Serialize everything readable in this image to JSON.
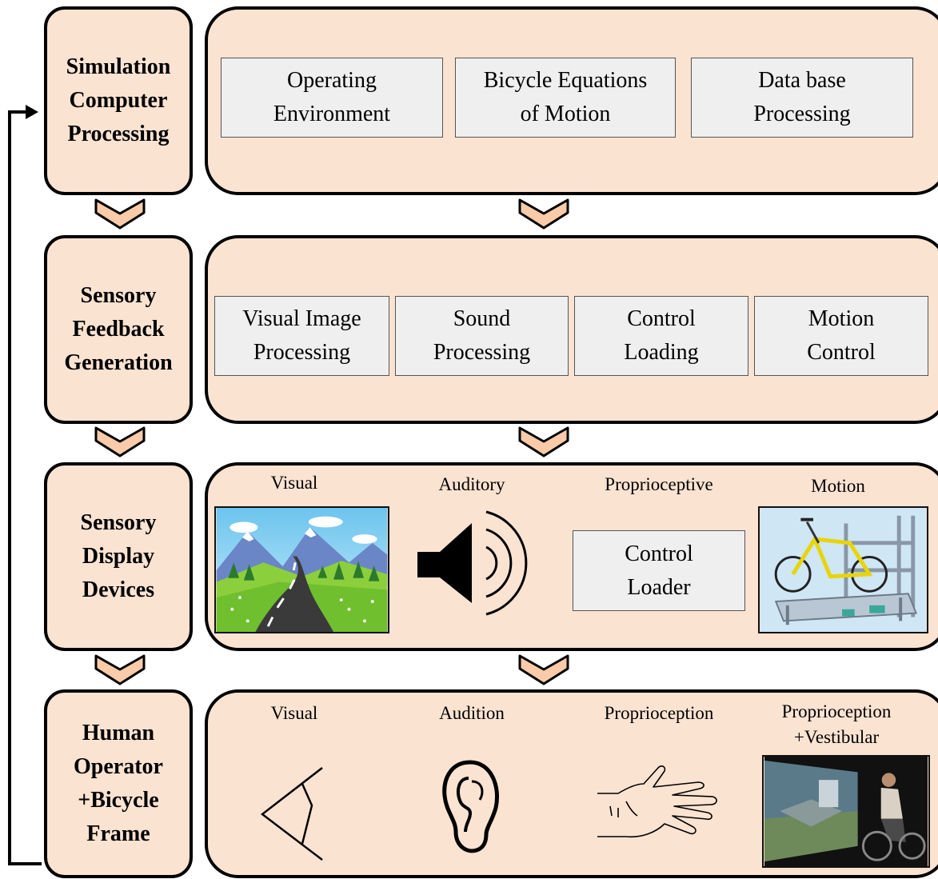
{
  "stages": [
    {
      "title": "Simulation\nComputer\nProcessing"
    },
    {
      "title": "Sensory\nFeedback\nGeneration"
    },
    {
      "title": "Sensory\nDisplay\nDevices"
    },
    {
      "title": "Human\nOperator\n+Bicycle\nFrame"
    }
  ],
  "computer_processing": {
    "boxes": [
      "Operating\nEnvironment",
      "Bicycle Equations\nof Motion",
      "Data base\nProcessing"
    ]
  },
  "feedback_generation": {
    "boxes": [
      "Visual Image\nProcessing",
      "Sound\nProcessing",
      "Control\nLoading",
      "Motion\nControl"
    ]
  },
  "display_devices": {
    "labels": [
      "Visual",
      "Auditory",
      "Proprioceptive",
      "Motion"
    ],
    "control_loader": "Control\nLoader",
    "icons": [
      "road-landscape-image",
      "speaker-icon",
      "bicycle-motion-platform-image"
    ]
  },
  "human_operator": {
    "labels": [
      "Visual",
      "Audition",
      "Proprioception",
      "Proprioception\n+Vestibular"
    ],
    "icons": [
      "eye-icon",
      "ear-icon",
      "hand-icon",
      "rider-on-simulator-photo"
    ]
  },
  "colors": {
    "box_fill": "#fbe3d2",
    "inner_fill": "#efefef",
    "chevron_fill": "#f9cba8"
  }
}
